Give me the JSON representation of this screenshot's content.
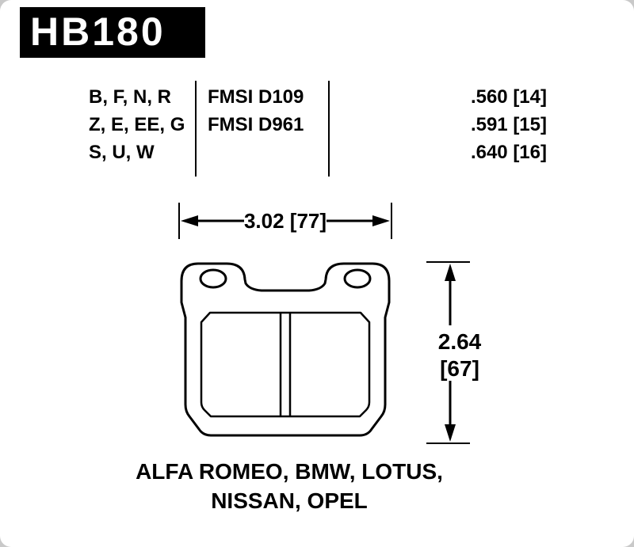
{
  "header": {
    "part_number": "HB180"
  },
  "spec_table": {
    "compound_rows": [
      "B, F, N, R",
      "Z, E, EE, G",
      "S, U, W"
    ],
    "fmsi_rows": [
      "FMSI D109",
      "FMSI D961"
    ],
    "thickness_rows": [
      ".560 [14]",
      ".591 [15]",
      ".640 [16]"
    ]
  },
  "dimensions": {
    "width": "3.02 [77]",
    "height_in": "2.64",
    "height_mm": "[67]"
  },
  "applications": {
    "line1": "ALFA ROMEO, BMW, LOTUS,",
    "line2": "NISSAN, OPEL"
  },
  "colors": {
    "ink": "#000000",
    "background": "#ffffff",
    "badge_background": "#000000",
    "badge_text": "#ffffff"
  }
}
